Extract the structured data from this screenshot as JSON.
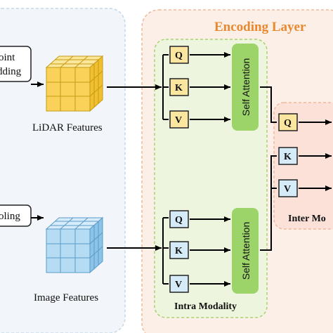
{
  "title": "Encoding Layer",
  "inputs": {
    "point_embedding_top": "oint",
    "point_embedding_bottom": "dding",
    "pooling": "oling"
  },
  "features": {
    "lidar": "LiDAR Features",
    "image": "Image Features"
  },
  "intra": {
    "label": "Intra Modality",
    "top_qkv": [
      "Q",
      "K",
      "V"
    ],
    "bottom_qkv": [
      "Q",
      "K",
      "V"
    ],
    "self_attention": "Self Attention"
  },
  "inter": {
    "label": "Inter Mo",
    "qkv": [
      "Q",
      "K",
      "V"
    ]
  },
  "colors": {
    "lidar_cube": "#f5c842",
    "image_cube": "#a9d4f0",
    "intra_bg": "#eef5df",
    "attention_block": "#9cd46a",
    "title": "#e8892f"
  }
}
